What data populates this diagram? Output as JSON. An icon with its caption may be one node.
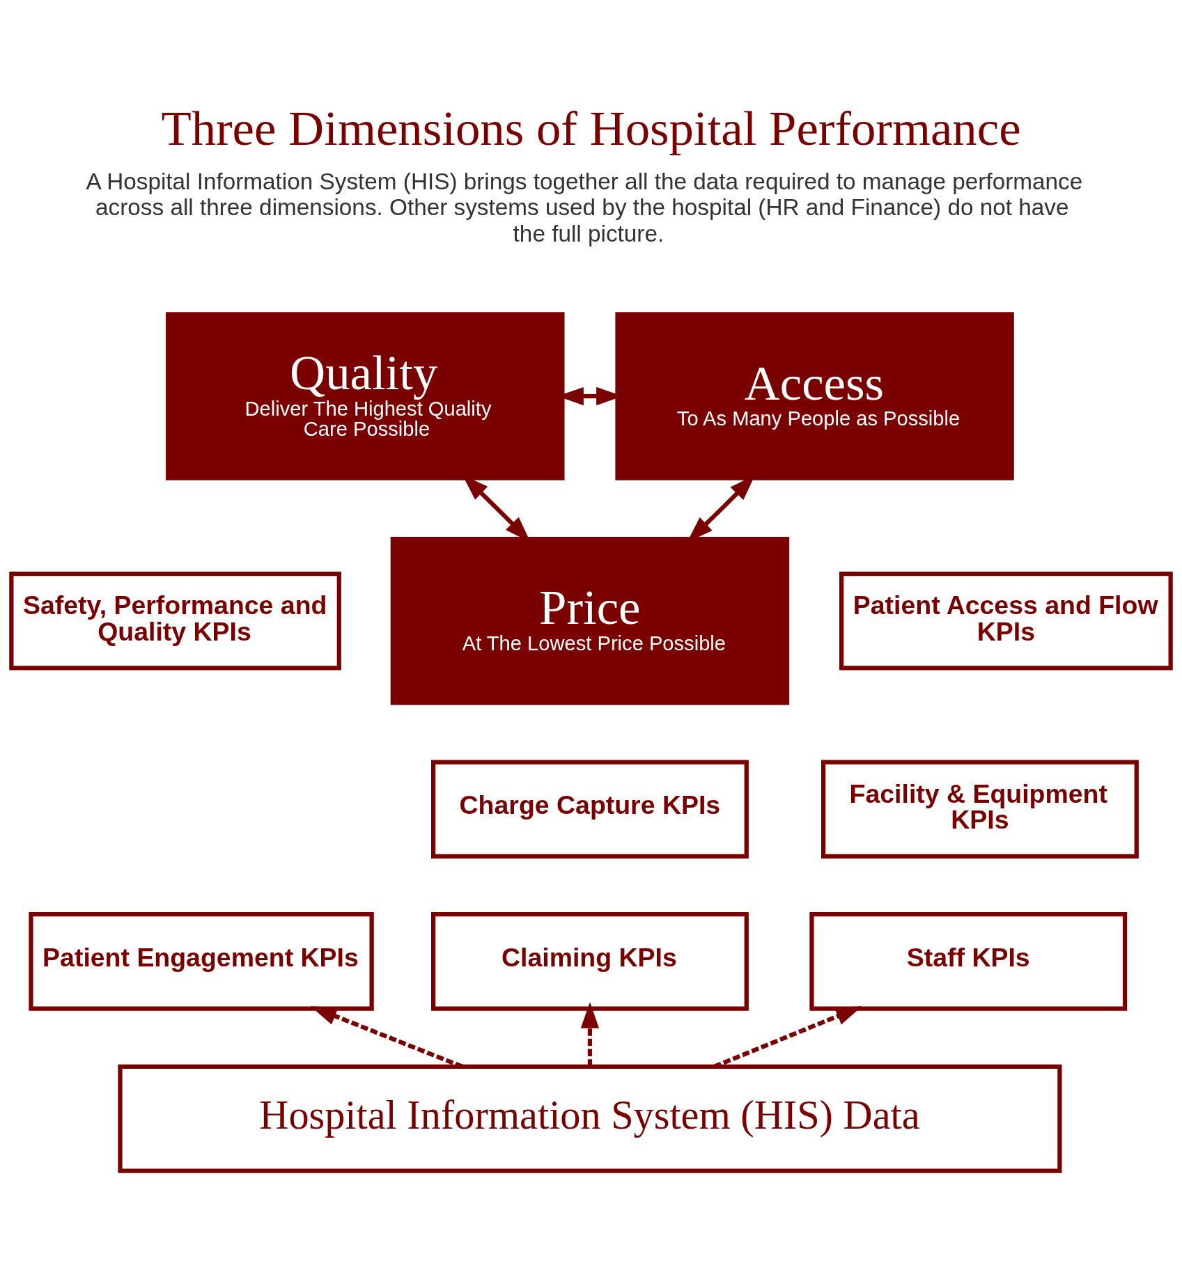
{
  "diagram": {
    "title": "Three Dimensions of Hospital Performance",
    "nodes": [
      {
        "text": [
          "Quality",
          "Deliver The Highest Quality Care Possible"
        ]
      },
      {
        "text": [
          "Access",
          "To As Many People as Possible"
        ]
      },
      {
        "text": [
          "Price",
          "At The Lowest Price Possible"
        ]
      },
      {
        "text": [
          "Safety, Performance and Quality KPIs"
        ]
      },
      {
        "text": [
          "Patient Engagement KPIs"
        ]
      },
      {
        "text": [
          "Patient Access and Flow KPIs"
        ]
      },
      {
        "text": [
          "Facility & Equipment KPIs"
        ]
      },
      {
        "text": [
          "Staff KPIs"
        ]
      },
      {
        "text": [
          "Charge Capture KPIs"
        ]
      },
      {
        "text": [
          "Claiming KPIs"
        ]
      },
      {
        "text": [
          "Hospital Information System (HIS) Data"
        ]
      }
    ],
    "edges": [
      {
        "from": 0,
        "to": 1,
        "arrow": "both"
      },
      {
        "from": 0,
        "to": 2,
        "arrow": "both"
      },
      {
        "from": 1,
        "to": 2,
        "arrow": "both"
      },
      {
        "from": 10,
        "to": 4,
        "arrow": "to",
        "style": "dashed"
      },
      {
        "from": 10,
        "to": 9,
        "arrow": "to",
        "style": "dashed"
      },
      {
        "from": 10,
        "to": 7,
        "arrow": "to",
        "style": "dashed"
      }
    ],
    "labels": [
      "A Hospital Information System (HIS) brings together all the data required to manage performance across all three dimensions. Other systems used by the hospital (HR and Finance) do not have the full picture."
    ]
  }
}
